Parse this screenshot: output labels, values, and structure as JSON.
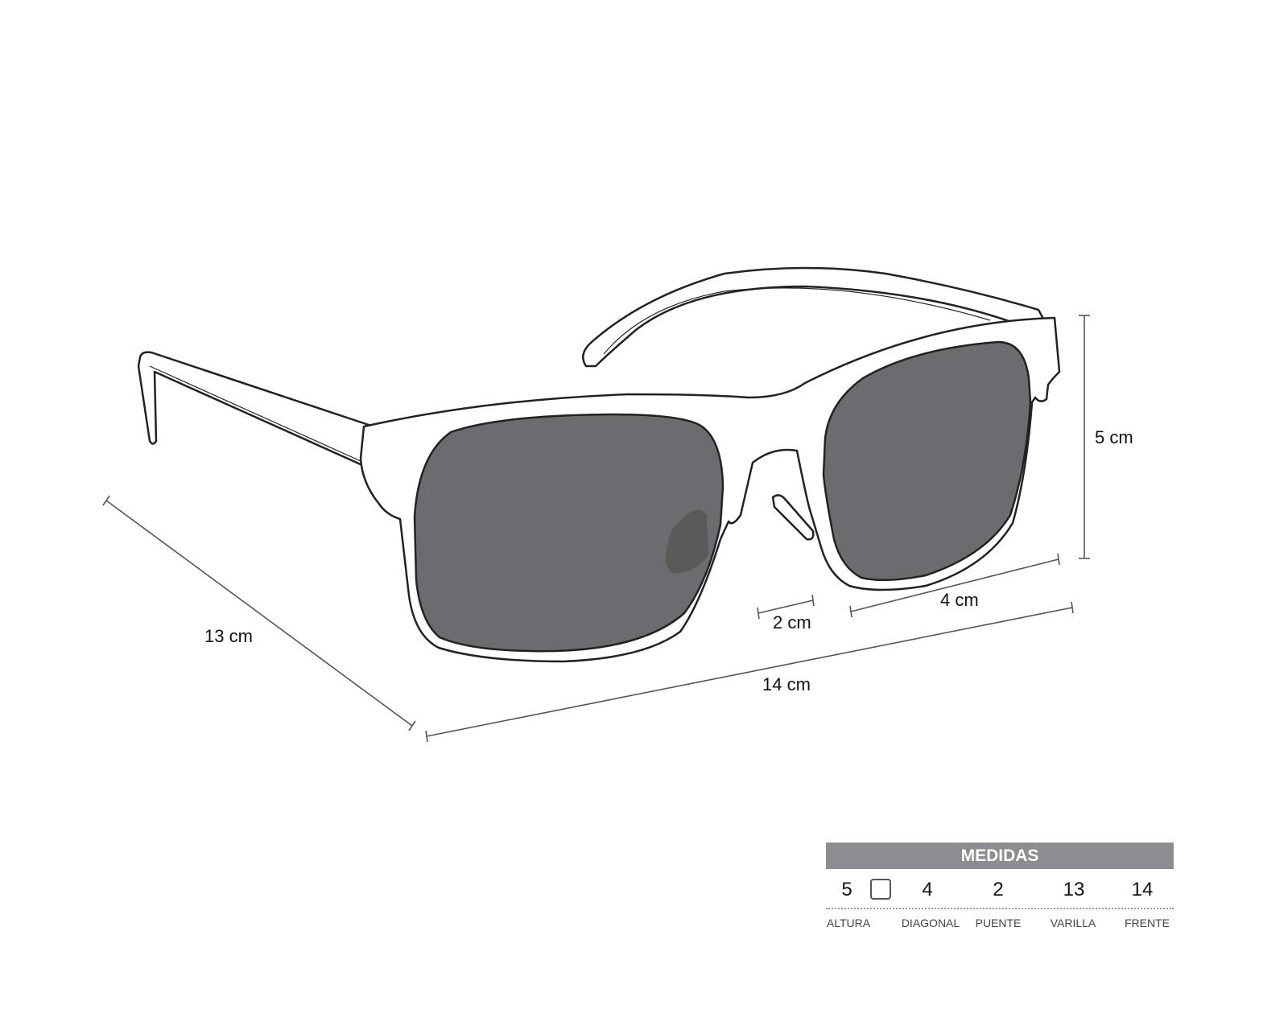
{
  "dimensions": {
    "height": "5 cm",
    "lens_width": "4 cm",
    "bridge": "2 cm",
    "temple": "13 cm",
    "front": "14 cm"
  },
  "table": {
    "title": "MEDIDAS",
    "values": [
      "5",
      "4",
      "2",
      "13",
      "14"
    ],
    "labels": [
      "ALTURA",
      "DIAGONAL",
      "PUENTE",
      "VARILLA",
      "FRENTE"
    ]
  },
  "colors": {
    "lens": "#6b6c6f",
    "header": "#8c8d90",
    "outline": "#222222"
  }
}
